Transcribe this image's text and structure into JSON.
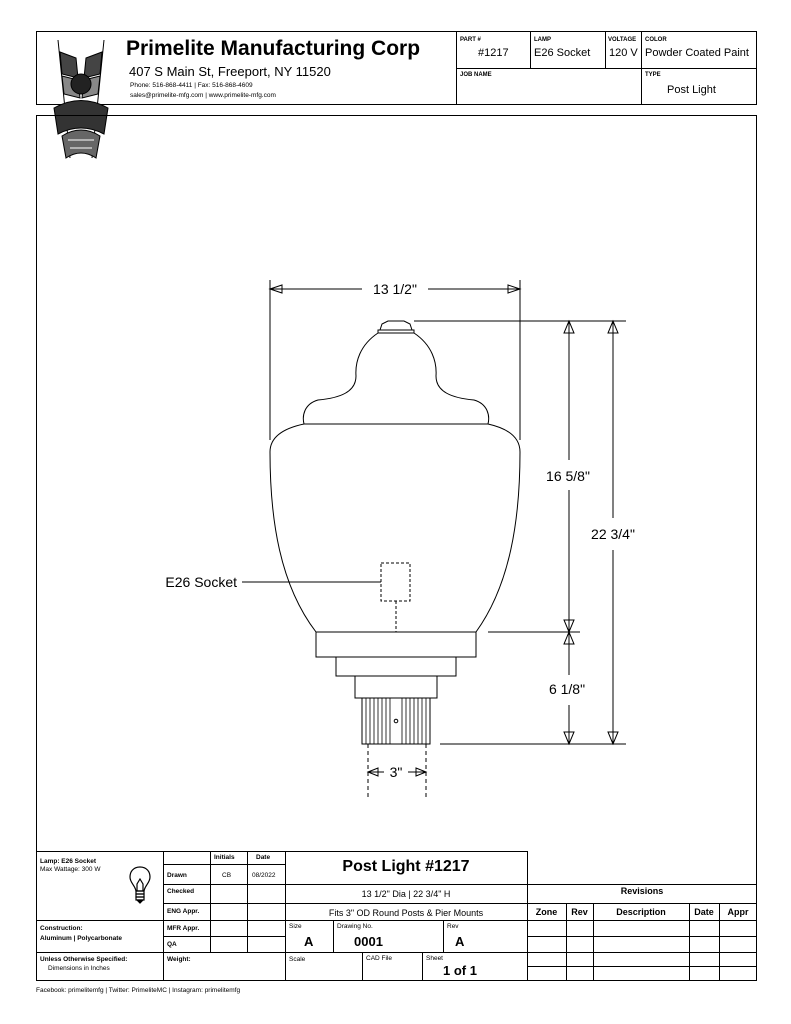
{
  "header": {
    "company": "Primelite Manufacturing Corp",
    "address": "407 S Main St, Freeport, NY 11520",
    "phone_fax": "Phone: 516-868-4411 | Fax: 516-868-4609",
    "web": "sales@primelite-mfg.com | www.primelite-mfg.com",
    "part_label": "PART #",
    "part_value": "#1217",
    "lamp_label": "LAMP",
    "lamp_value": "E26 Socket",
    "voltage_label": "VOLTAGE",
    "voltage_value": "120 V",
    "color_label": "COLOR",
    "color_value": "Powder Coated Paint",
    "job_label": "JOB NAME",
    "job_value": "",
    "type_label": "TYPE",
    "type_value": "Post Light"
  },
  "drawing": {
    "dim_width": "13 1/2\"",
    "dim_upper": "16 5/8\"",
    "dim_total": "22 3/4\"",
    "dim_lower": "6 1/8\"",
    "dim_post": "3\"",
    "socket_label": "E26 Socket"
  },
  "titleblock": {
    "lamp_line": "Lamp: E26 Socket",
    "wattage_line": "Max Wattage: 300 W",
    "initials_h": "Initials",
    "date_h": "Date",
    "drawn": "Drawn",
    "drawn_init": "CB",
    "drawn_date": "08/2022",
    "checked": "Checked",
    "eng": "ENG Appr.",
    "mfr": "MFR Appr.",
    "qa": "QA",
    "weight": "Weight:",
    "construction_h": "Construction:",
    "construction_v": "Aluminum | Polycarbonate",
    "unless_h": "Unless Otherwise Specified:",
    "unless_v": "Dimensions in Inches",
    "title": "Post Light #1217",
    "sub1": "13 1/2\" Dia | 22 3/4\" H",
    "sub2": "Fits 3\" OD Round Posts & Pier Mounts",
    "size_l": "Size",
    "size_v": "A",
    "dwg_l": "Drawing  No.",
    "dwg_v": "0001",
    "rev_l": "Rev",
    "rev_v": "A",
    "scale_l": "Scale",
    "cad_l": "CAD File",
    "sheet_l": "Sheet",
    "sheet_v": "1 of 1",
    "revisions": "Revisions",
    "rev_cols": [
      "Zone",
      "Rev",
      "Description",
      "Date",
      "Appr"
    ]
  },
  "footer": "Facebook: primelitemfg | Twitter: PrimeliteMC | Instagram: primelitemfg"
}
